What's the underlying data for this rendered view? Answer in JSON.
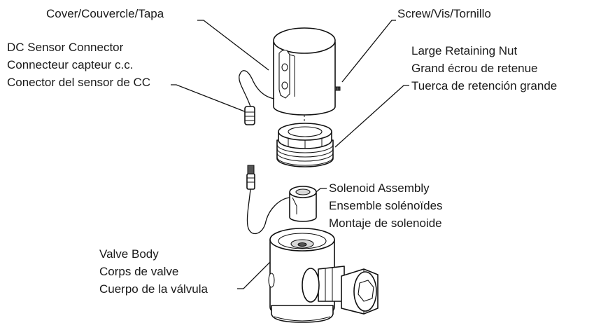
{
  "labels": {
    "cover": [
      "Cover/Couvercle/Tapa"
    ],
    "screw": [
      "Screw/Vis/Tornillo"
    ],
    "dc_sensor_connector": [
      "DC Sensor Connector",
      "Connecteur capteur c.c.",
      "Conector del sensor de CC"
    ],
    "large_retaining_nut": [
      "Large Retaining Nut",
      "Grand écrou de retenue",
      "Tuerca de retención grande"
    ],
    "solenoid_assembly": [
      "Solenoid Assembly",
      "Ensemble solénoïdes",
      "Montaje de solenoide"
    ],
    "valve_body": [
      "Valve Body",
      "Corps de valve",
      "Cuerpo de la válvula"
    ]
  }
}
